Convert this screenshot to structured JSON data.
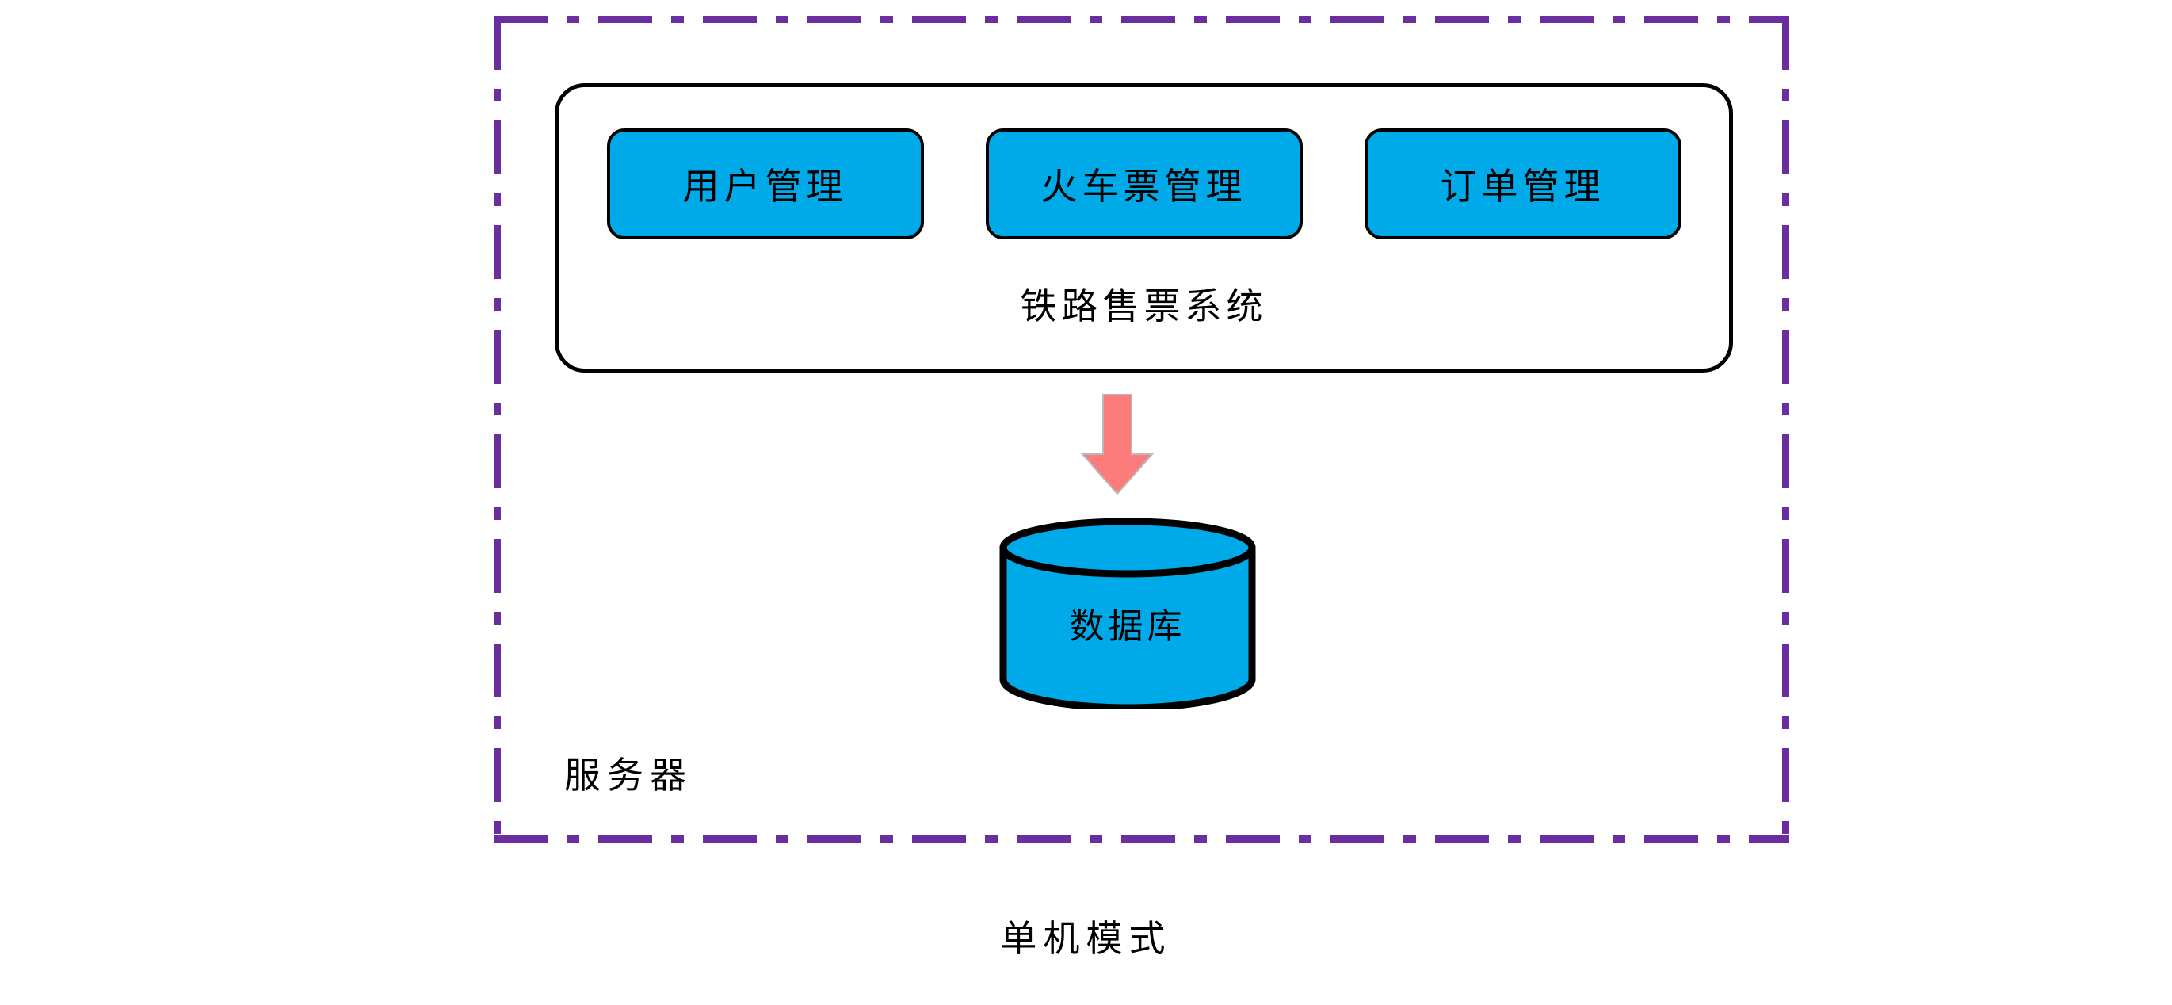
{
  "diagram": {
    "caption": "单机模式",
    "boundary": {
      "label": "服务器",
      "style": "dash-dot",
      "color": "#6B2E9E"
    },
    "system": {
      "label": "铁路售票系统",
      "border_color": "#000000",
      "background": "#ffffff",
      "modules": [
        {
          "label": "用户管理",
          "color": "#00A9E8"
        },
        {
          "label": "火车票管理",
          "color": "#00A9E8"
        },
        {
          "label": "订单管理",
          "color": "#00A9E8"
        }
      ]
    },
    "connector": {
      "icon": "down-arrow-icon",
      "color": "#FC7C7C",
      "direction": "down"
    },
    "storage": {
      "label": "数据库",
      "icon": "database-cylinder-icon",
      "color": "#00A9E8",
      "border_color": "#000000"
    }
  }
}
